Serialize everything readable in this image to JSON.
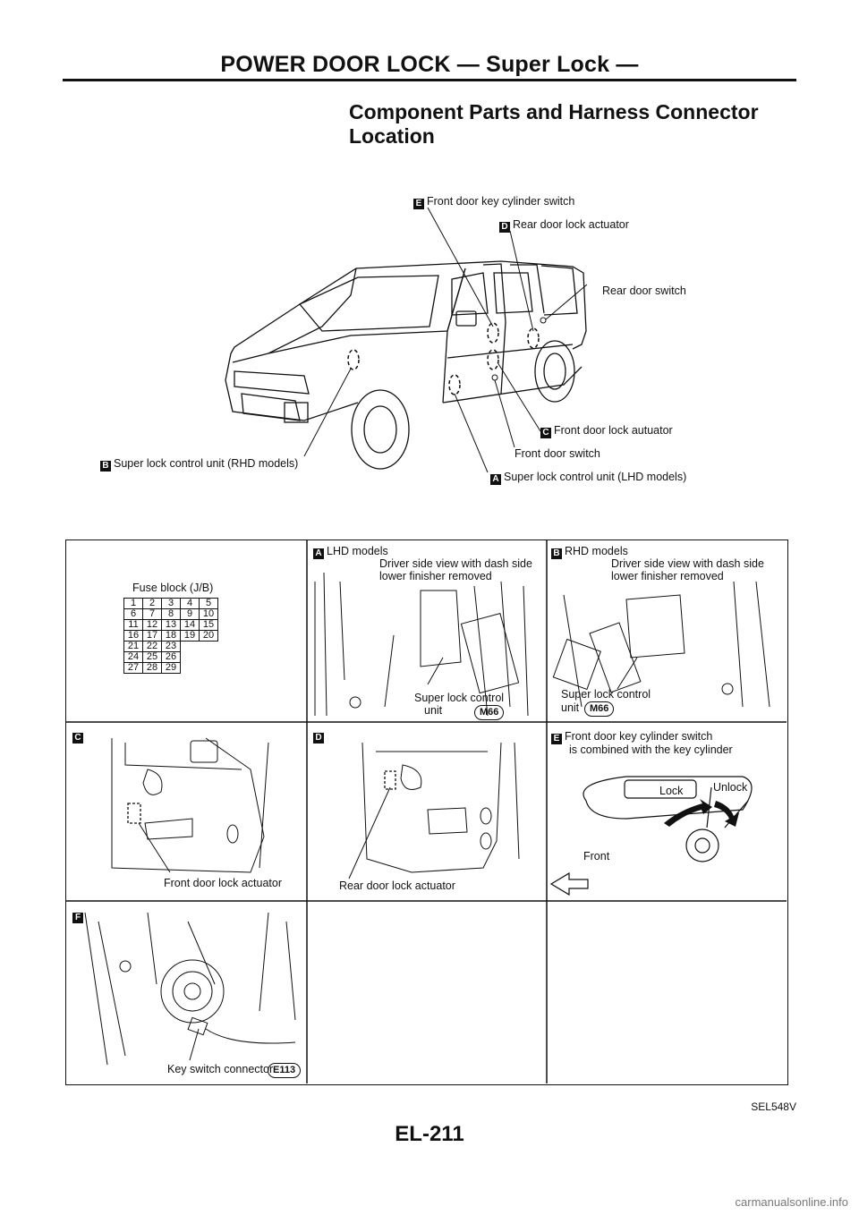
{
  "header": {
    "title": "POWER DOOR LOCK — Super Lock —"
  },
  "section_title": {
    "line1": "Component Parts and Harness Connector",
    "line2": "Location"
  },
  "vehicle_callouts": {
    "e": {
      "badge": "E",
      "text": "Front door key cylinder switch"
    },
    "d": {
      "badge": "D",
      "text": "Rear door lock actuator"
    },
    "rear_door_switch": "Rear door switch",
    "c": {
      "badge": "C",
      "text": "Front door lock autuator"
    },
    "front_door_switch": "Front door switch",
    "a": {
      "badge": "A",
      "text": "Super lock control unit (LHD models)"
    },
    "b": {
      "badge": "B",
      "text": "Super lock control unit (RHD models)"
    }
  },
  "fuse_block": {
    "title": "Fuse block (J/B)",
    "rows": [
      [
        "1",
        "2",
        "3",
        "4",
        "5"
      ],
      [
        "6",
        "7",
        "8",
        "9",
        "10"
      ],
      [
        "11",
        "12",
        "13",
        "14",
        "15"
      ],
      [
        "16",
        "17",
        "18",
        "19",
        "20"
      ],
      [
        "21",
        "22",
        "23"
      ],
      [
        "24",
        "25",
        "26"
      ],
      [
        "27",
        "28",
        "29"
      ]
    ]
  },
  "panel_a": {
    "badge": "A",
    "title": "LHD models",
    "desc1": "Driver side view with dash side",
    "desc2": "lower finisher removed",
    "part1": "Super lock control",
    "part2": "unit",
    "connector": "M66"
  },
  "panel_b": {
    "badge": "B",
    "title": "RHD models",
    "desc1": "Driver side view with dash side",
    "desc2": "lower finisher removed",
    "part1": "Super lock control",
    "part2": "unit",
    "connector": "M66"
  },
  "panel_c": {
    "badge": "C",
    "label": "Front door lock actuator"
  },
  "panel_d": {
    "badge": "D",
    "label": "Rear door lock actuator"
  },
  "panel_e": {
    "badge": "E",
    "line1": "Front door key cylinder switch",
    "line2": "is combined with the key cylinder",
    "lock": "Lock",
    "unlock": "Unlock",
    "front": "Front"
  },
  "panel_f": {
    "badge": "F",
    "label": "Key switch connector",
    "connector": "E113"
  },
  "ref_code": "SEL548V",
  "page_number": "EL-211",
  "footer": "carmanualsonline.info"
}
